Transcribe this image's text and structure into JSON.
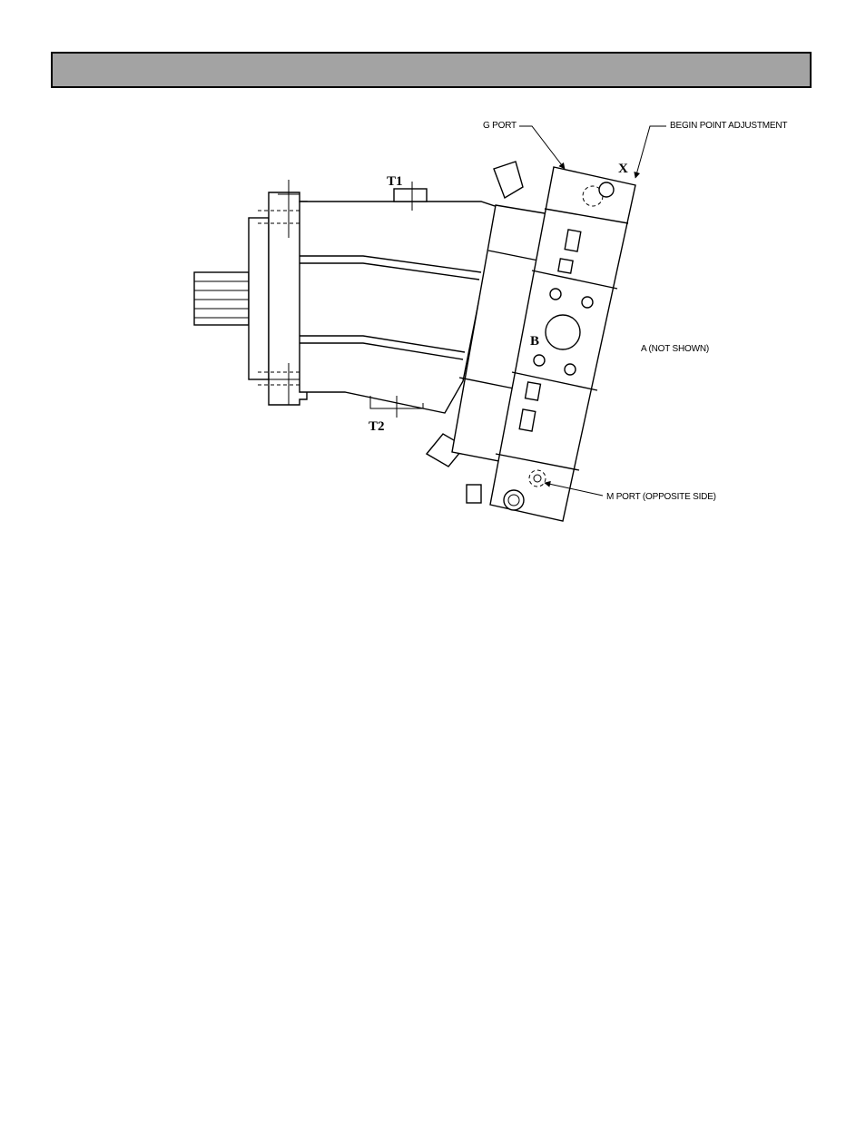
{
  "header": {
    "title": ""
  },
  "labels": {
    "g_port": "G PORT",
    "begin_point_adjustment": "BEGIN POINT ADJUSTMENT",
    "x": "X",
    "t1": "T1",
    "t2": "T2",
    "b": "B",
    "a_not_shown": "A (NOT SHOWN)",
    "m_port": "M PORT (OPPOSITE SIDE)"
  }
}
